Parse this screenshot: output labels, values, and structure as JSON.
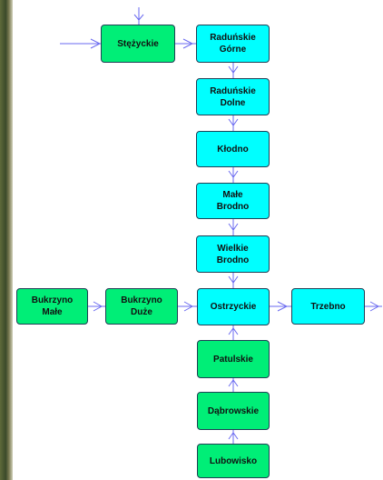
{
  "diagram": {
    "colors": {
      "lake_cyan": "#00ffff",
      "lake_green": "#00ee77",
      "edge": "#6a6af0",
      "border": "#1f3f55"
    },
    "nodes": {
      "stezyckie": "Stężyckie",
      "radunskie_gorne": "Raduńskie\nGórne",
      "radunskie_dolne": "Raduńskie\nDolne",
      "klodno": "Kłodno",
      "male_brodno": "Małe\nBrodno",
      "wielkie_brodno": "Wielkie\nBrodno",
      "bukrzyno_male": "Bukrzyno\nMałe",
      "bukrzyno_duze": "Bukrzyno\nDuże",
      "ostrzyckie": "Ostrzyckie",
      "trzebno": "Trzebno",
      "patulskie": "Patulskie",
      "dabrowskie": "Dąbrowskie",
      "lubowisko": "Lubowisko"
    }
  }
}
